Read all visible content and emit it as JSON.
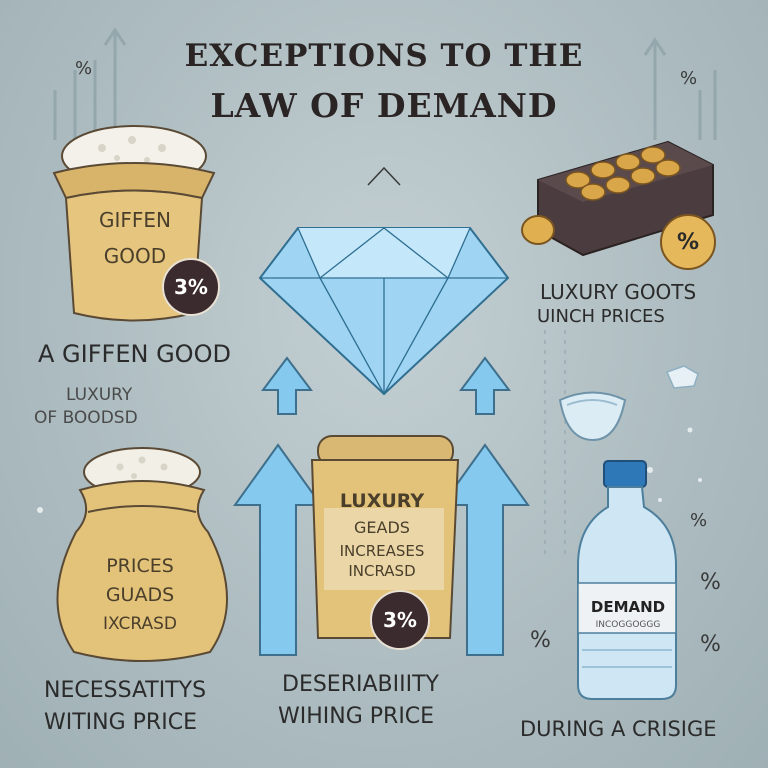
{
  "title": {
    "line1": "EXCEPTIONS TO THE",
    "line2": "LAW OF DEMAND"
  },
  "giffen_jar": {
    "line1": "GIFFEN",
    "line2": "GOOD",
    "badge": "3%"
  },
  "giffen_caption": "A GIFFEN GOOD",
  "luxury_left": {
    "line1": "LUXURY",
    "line2": "OF BOODSD"
  },
  "luxury_right": {
    "line1": "LUXURY GOOTS",
    "line2": "UINCH PRICES"
  },
  "sack": {
    "line1": "PRICES",
    "line2": "GUADS",
    "line3": "IXCRASD"
  },
  "necessity_caption": {
    "line1": "NECESSATITYS",
    "line2": "WITING PRICE"
  },
  "bag": {
    "line1": "LUXURY",
    "line2": "GEADS",
    "line3": "INCREASES",
    "line4": "INCRASD",
    "badge": "3%"
  },
  "desirability_caption": {
    "line1": "DESERIABIIITY",
    "line2": "WIHING PRICE"
  },
  "bottle": {
    "label": "DEMAND",
    "sublabel": "INCOGGOGGG"
  },
  "crisis_caption": "DURING A CRISIGE",
  "symbols": {
    "percent": "%",
    "coin": "%"
  },
  "colors": {
    "background": "#aebdc1",
    "arrow": "#7fc4ea",
    "gold": "#e3c27a",
    "badge": "#3b2a2e"
  }
}
